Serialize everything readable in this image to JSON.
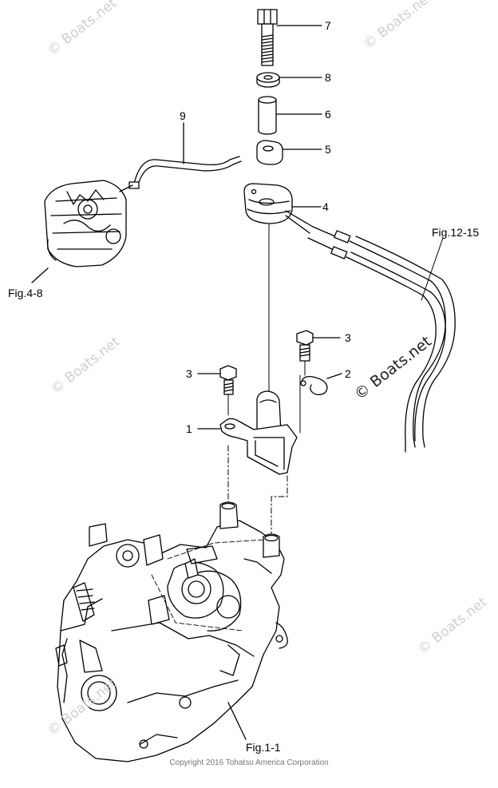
{
  "callouts": {
    "c1": "1",
    "c2": "2",
    "c3a": "3",
    "c3b": "3",
    "c4": "4",
    "c5": "5",
    "c6": "6",
    "c7": "7",
    "c8": "8",
    "c9": "9"
  },
  "figure_refs": {
    "fig_4_8": "Fig.4-8",
    "fig_12_15": "Fig.12-15",
    "fig_1_1": "Fig.1-1"
  },
  "watermark": "© Boats.net",
  "copyright": "Copyright 2016 Tohatsu America Corporation"
}
